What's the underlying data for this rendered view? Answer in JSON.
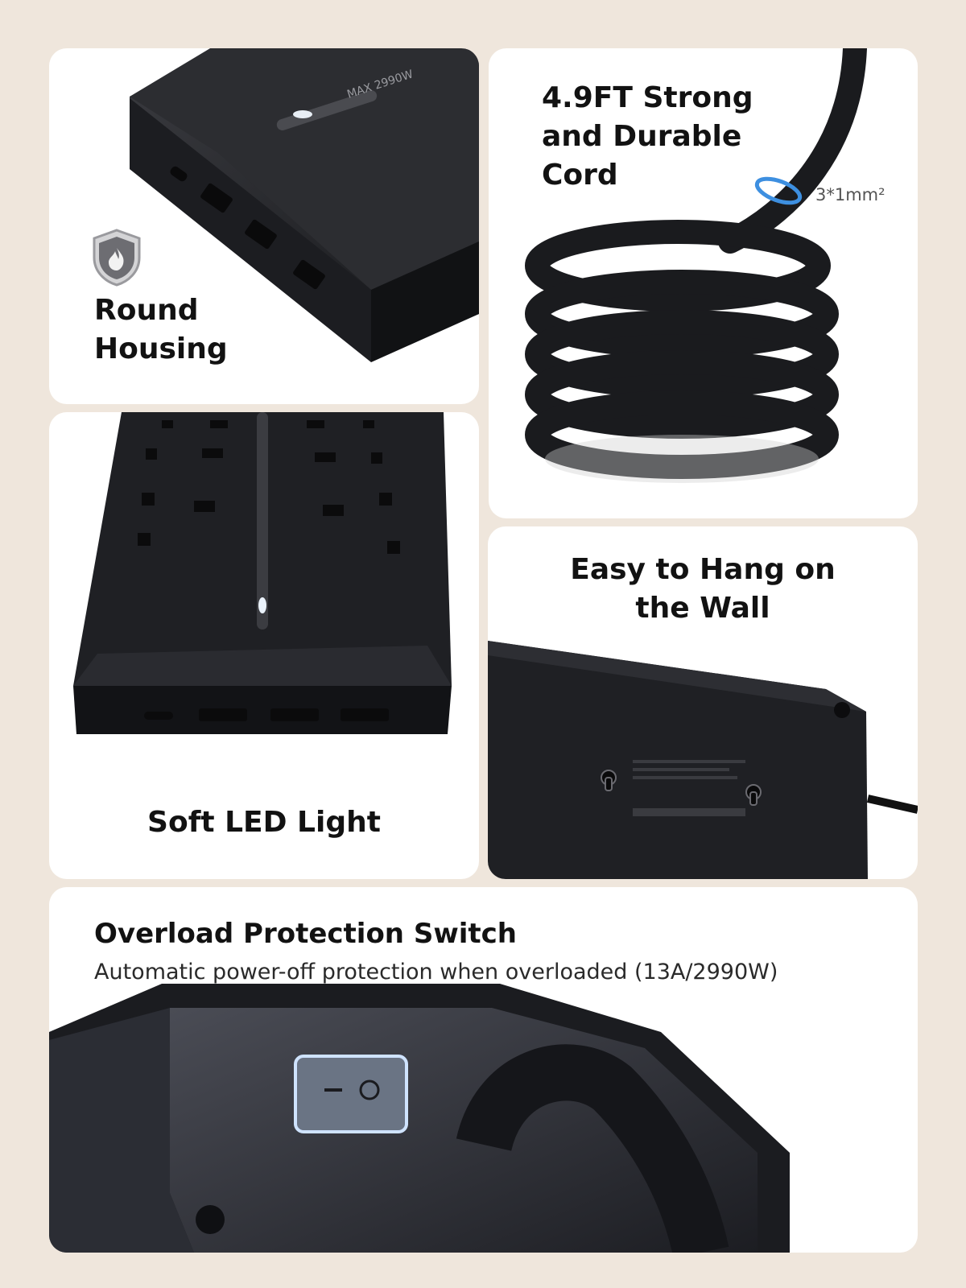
{
  "cards": {
    "housing": {
      "label": "Round\nHousing",
      "device_print": "MAX 2990W"
    },
    "cord": {
      "label": "4.9FT Strong\nand Durable\nCord",
      "spec": "3*1mm²"
    },
    "led": {
      "label": "Soft LED Light"
    },
    "wall": {
      "label": "Easy to Hang on\nthe Wall"
    },
    "switch": {
      "title": "Overload Protection Switch",
      "subtitle": "Automatic power-off protection when overloaded (13A/2990W)"
    }
  },
  "colors": {
    "background": "#efe6dc",
    "card": "#ffffff",
    "device": "#1e1f23",
    "accent": "#3d8fe0"
  },
  "icons": [
    "shield-fire-icon",
    "power-switch-icon"
  ]
}
